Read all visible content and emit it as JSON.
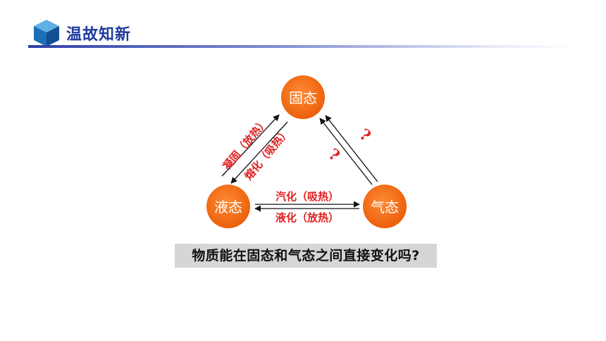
{
  "header": {
    "title": "温故知新",
    "icon": "cube-icon"
  },
  "colors": {
    "node": "#f06a12",
    "arrow_label": "#e02020",
    "title": "#1f3a9c",
    "question_bg": "#d6d6d6"
  },
  "diagram": {
    "nodes": {
      "solid": "固态",
      "liquid": "液态",
      "gas": "气态"
    },
    "labels": {
      "solidify": "凝固（放热）",
      "melt": "熔化（吸热）",
      "vaporize": "汽化（吸热）",
      "liquefy": "液化（放热）",
      "unknown_1": "?",
      "unknown_2": "?"
    }
  },
  "question": "物质能在固态和气态之间直接变化吗?"
}
